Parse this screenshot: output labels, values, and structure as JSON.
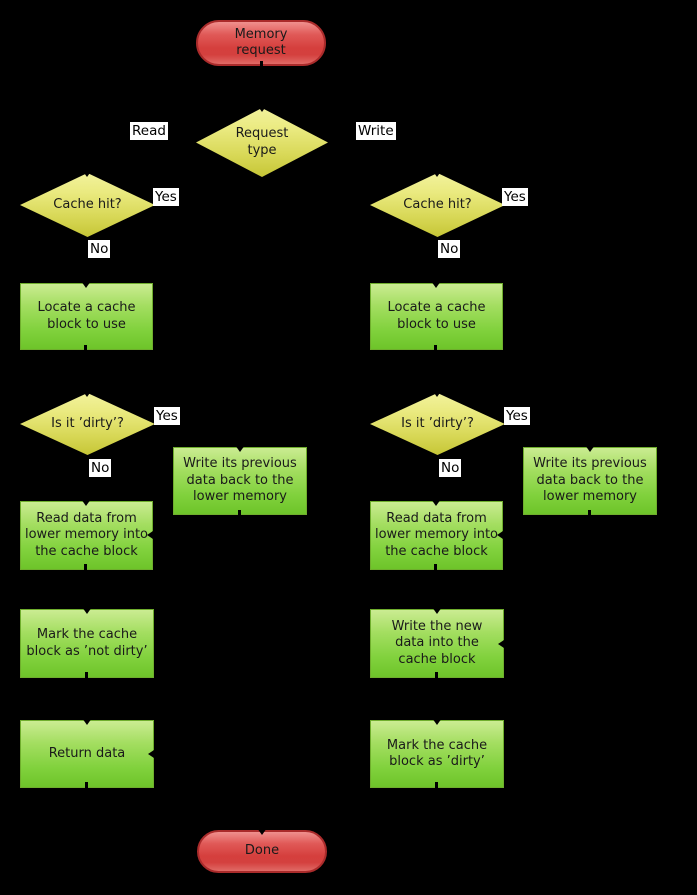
{
  "flowchart": {
    "nodes": {
      "start": "Memory\nrequest",
      "request_type": "Request\ntype",
      "cache_hit": "Cache hit?",
      "locate_block": "Locate a cache\nblock to use",
      "is_dirty": "Is it ’dirty’?",
      "write_back": "Write its previous\ndata back to the\nlower memory",
      "read_data": "Read data from\nlower memory into\nthe cache block",
      "mark_not_dirty": "Mark the cache\nblock as ’not dirty’",
      "return_data": "Return data",
      "write_new_data": "Write the new\ndata into the\ncache block",
      "mark_dirty": "Mark the cache\nblock as ’dirty’",
      "done": "Done"
    },
    "edge_labels": {
      "read": "Read",
      "write": "Write",
      "yes": "Yes",
      "no": "No"
    },
    "colors": {
      "background": "#000000",
      "terminal_fill_top": "#f0908e",
      "terminal_fill_bottom": "#d4403e",
      "terminal_border": "#aa2b2b",
      "decision_fill_top": "#f2f29c",
      "decision_fill_bottom": "#c6c636",
      "process_fill_top": "#cbec92",
      "process_fill_bottom": "#6ec42a",
      "process_border": "#6fae2d",
      "node_text": "#1a1a1a",
      "edge_label_bg": "#ffffff",
      "edge_label_text": "#000000",
      "connector": "#000000"
    }
  }
}
